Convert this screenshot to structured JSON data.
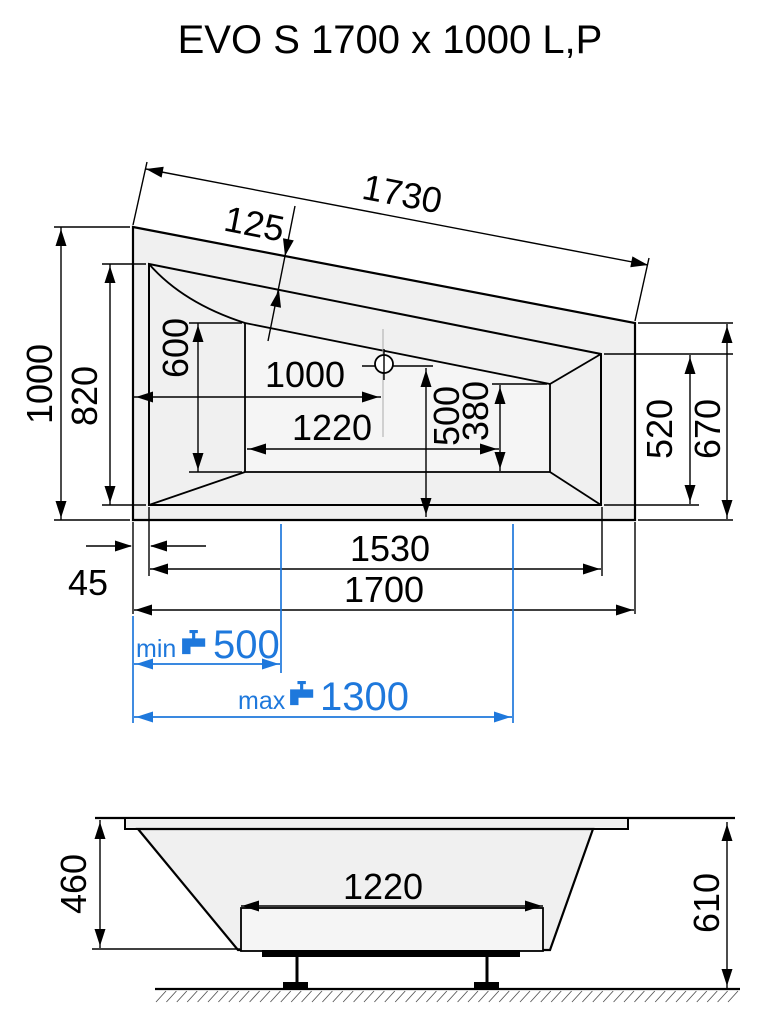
{
  "title": "EVO S 1700 x 1000 L,P",
  "colors": {
    "line": "#000000",
    "fill": "#f0f0f0",
    "floor_fill": "#f5f5f5",
    "accent": "#1e78dc",
    "faint": "#aaaaaa"
  },
  "top_view": {
    "dims": {
      "slant_top": "1730",
      "rim_band": "125",
      "width_overall": "1000",
      "width_inner": "820",
      "floor_left": "600",
      "drain_x": "1000",
      "drain_y": "500",
      "floor_length": "1220",
      "floor_right": "380",
      "right_inner": "520",
      "right_overall": "670",
      "rim_offset": "45",
      "length_inner": "1530",
      "length_overall": "1700"
    },
    "faucet": {
      "min_label": "min",
      "min_value": "500",
      "max_label": "max",
      "max_value": "1300"
    }
  },
  "side_view": {
    "dims": {
      "depth_inner": "460",
      "floor_length": "1220",
      "height_overall": "610"
    }
  }
}
